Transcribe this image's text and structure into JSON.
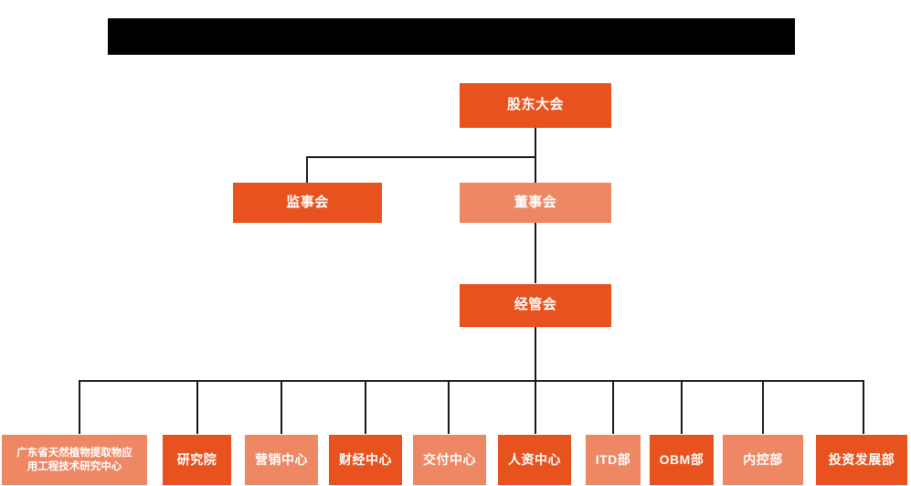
{
  "header": {
    "redacted_title": "",
    "note": "black redacted title bar"
  },
  "chart": {
    "title": "",
    "levels": {
      "level1": [
        {
          "label": "股东大会",
          "style": "dark"
        }
      ],
      "level2": [
        {
          "label": "监事会",
          "style": "dark"
        },
        {
          "label": "董事会",
          "style": "light"
        }
      ],
      "level3": [
        {
          "label": "经管会",
          "style": "dark"
        }
      ],
      "level4": [
        {
          "label": "广东省天然植物提取物应用工程技术研究中心",
          "line1": "广东省天然植物提取物应",
          "line2": "用工程技术研究中心",
          "style": "light"
        },
        {
          "label": "研究院",
          "style": "dark"
        },
        {
          "label": "营销中心",
          "style": "light"
        },
        {
          "label": "财经中心",
          "style": "dark"
        },
        {
          "label": "交付中心",
          "style": "light"
        },
        {
          "label": "人资中心",
          "style": "dark"
        },
        {
          "label": "ITD部",
          "style": "light"
        },
        {
          "label": "OBM部",
          "style": "dark"
        },
        {
          "label": "内控部",
          "style": "light"
        },
        {
          "label": "投资发展部",
          "style": "dark"
        }
      ]
    },
    "colors": {
      "dark_orange": "#E8521E",
      "light_orange": "#EE8764",
      "connector": "#1a1a1a",
      "background": "#FFFFFF",
      "redaction": "#000000",
      "text": "#FFFFFF"
    }
  }
}
